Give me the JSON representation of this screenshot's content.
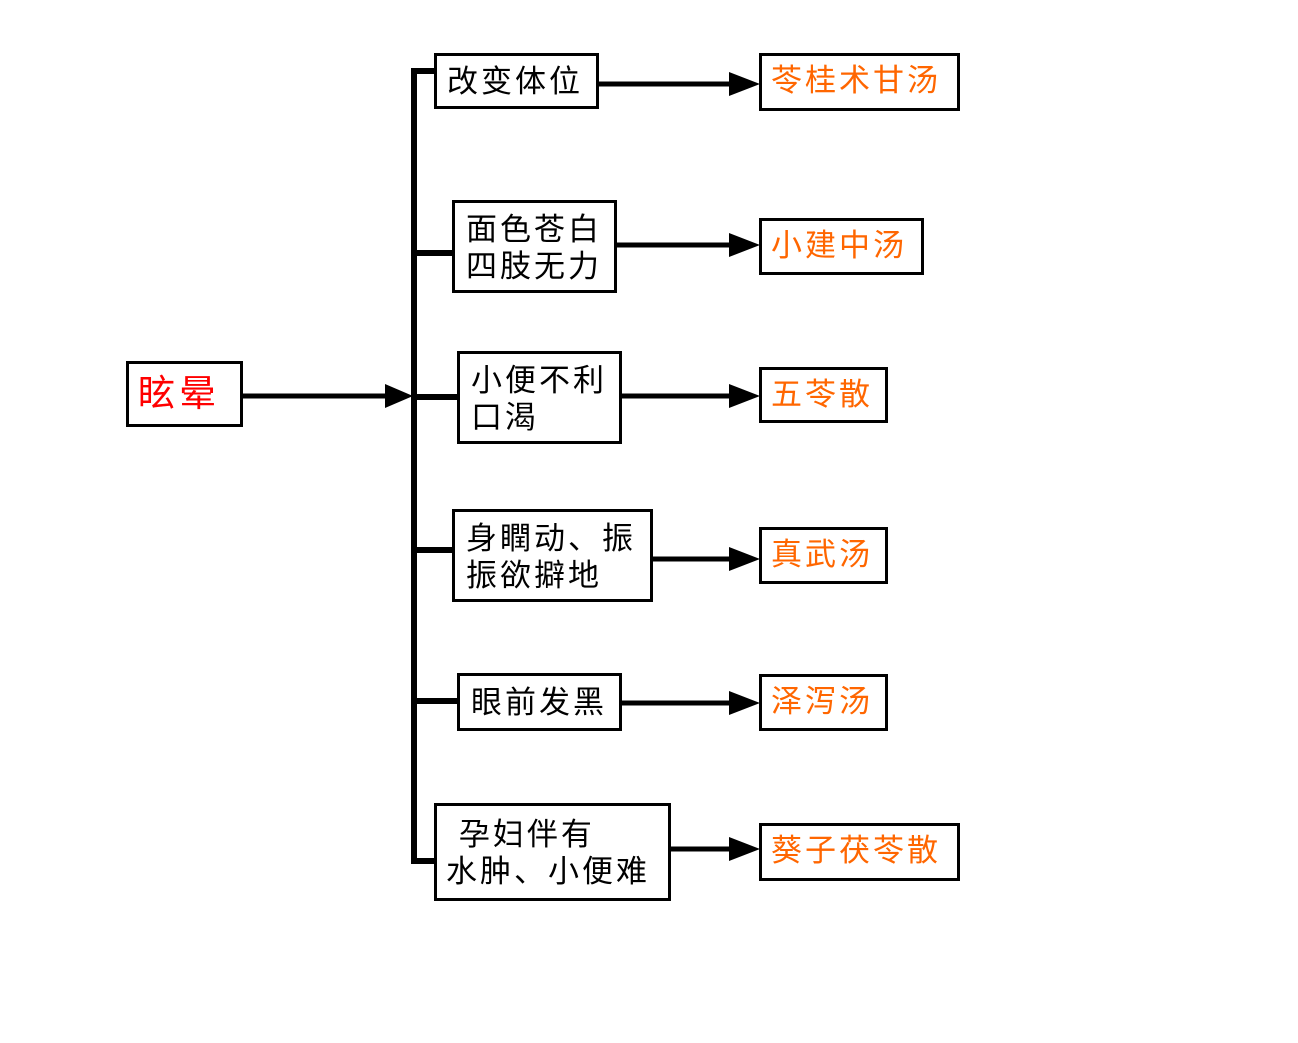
{
  "colors": {
    "line": "#000000",
    "root_text": "#ff0000",
    "symptom_text": "#000000",
    "remedy_text": "#ff6600",
    "background": "#ffffff"
  },
  "root": {
    "label": "眩晕"
  },
  "branches": [
    {
      "symptom": [
        "改变体位"
      ],
      "remedy": "苓桂术甘汤"
    },
    {
      "symptom": [
        "面色苍白",
        "四肢无力"
      ],
      "remedy": "小建中汤"
    },
    {
      "symptom": [
        "小便不利",
        "口渴"
      ],
      "remedy": "五苓散"
    },
    {
      "symptom": [
        "身瞤动、振",
        "振欲擗地"
      ],
      "remedy": "真武汤"
    },
    {
      "symptom": [
        "眼前发黑"
      ],
      "remedy": "泽泻汤"
    },
    {
      "symptom": [
        " 孕妇伴有",
        "水肿、小便难"
      ],
      "remedy": "葵子茯苓散"
    }
  ]
}
